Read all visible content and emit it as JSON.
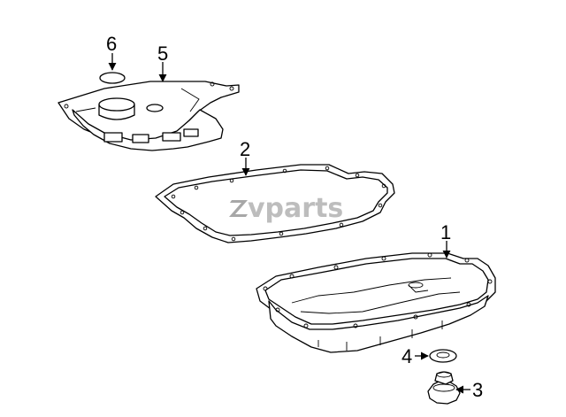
{
  "watermark": {
    "brand": "vparts"
  },
  "callouts": [
    {
      "id": "1",
      "label": "1"
    },
    {
      "id": "2",
      "label": "2"
    },
    {
      "id": "3",
      "label": "3"
    },
    {
      "id": "4",
      "label": "4"
    },
    {
      "id": "5",
      "label": "5"
    },
    {
      "id": "6",
      "label": "6"
    }
  ]
}
